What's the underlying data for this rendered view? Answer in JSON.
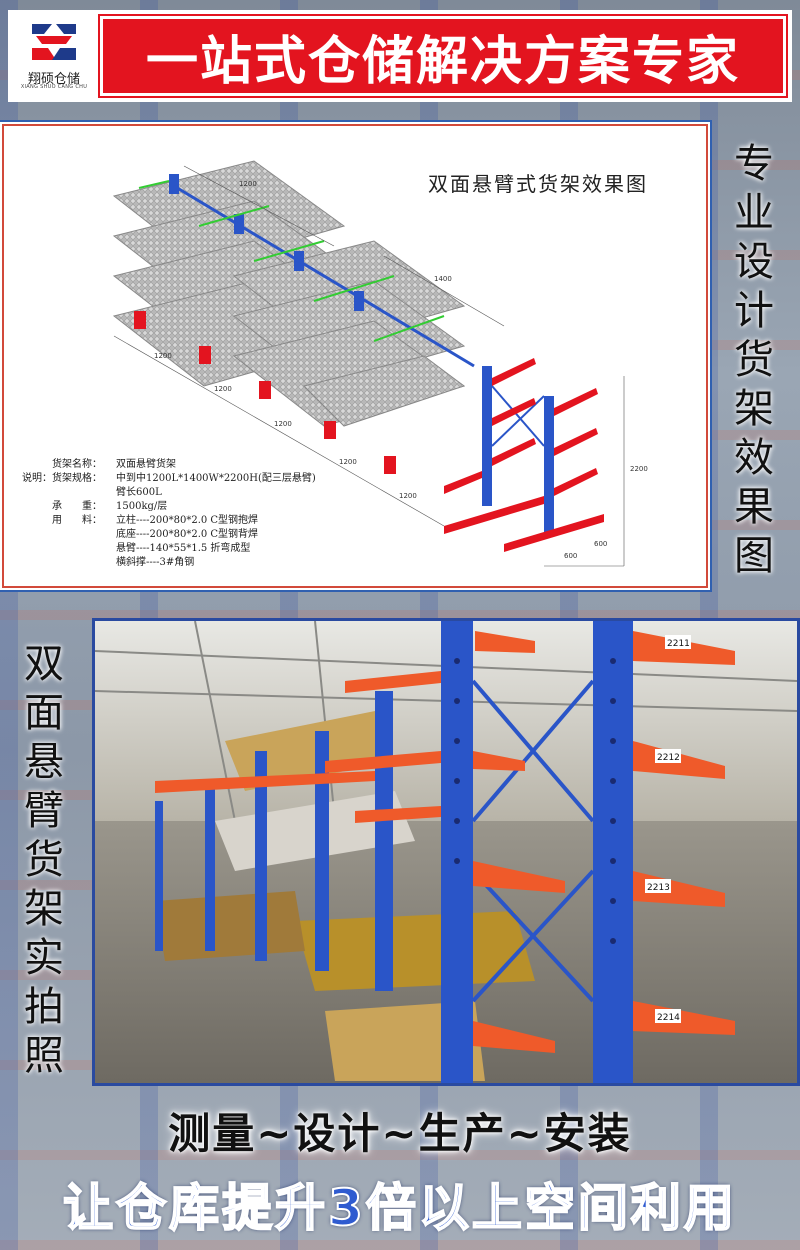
{
  "header": {
    "logo_text": "翔硕仓储",
    "logo_sub": "XIANG SHUO CANG CHU",
    "title": "一站式仓储解决方案专家"
  },
  "diagram": {
    "title": "双面悬臂式货架效果图",
    "specs": [
      {
        "label": "货架名称：",
        "value": "双面悬臂货架",
        "prefix": ""
      },
      {
        "label": "货架规格：",
        "value": "中到中1200L*1400W*2200H(配三层悬臂)",
        "prefix": "说明："
      },
      {
        "label": "",
        "value": "臂长600L",
        "prefix": ""
      },
      {
        "label": "承　　重：",
        "value": "1500kg/层",
        "prefix": ""
      },
      {
        "label": "用　　料：",
        "value": "立柱----200*80*2.0 C型钢抱焊",
        "prefix": ""
      },
      {
        "label": "",
        "value": "底座----200*80*2.0 C型钢背焊",
        "prefix": ""
      },
      {
        "label": "",
        "value": "悬臂----140*55*1.5 折弯成型",
        "prefix": ""
      },
      {
        "label": "",
        "value": "横斜撑----3#角钢",
        "prefix": ""
      }
    ],
    "dims": [
      "1200",
      "1200",
      "1200",
      "1200",
      "1200",
      "1200",
      "600",
      "600",
      "1400",
      "2200"
    ]
  },
  "right_label": "专业设计货架效果图",
  "left_label": "双面悬臂货架实拍照",
  "photo": {
    "tags": [
      "2211",
      "2212",
      "2213",
      "2214"
    ]
  },
  "slogan": {
    "line1": "测量~设计~生产~安装",
    "line2": "让仓库提升3倍以上空间利用"
  },
  "colors": {
    "brand_red": "#e3141f",
    "rack_blue": "#2a55c8",
    "arm_orange": "#ef5a2a",
    "slogan_blue": "#2f5bd0"
  }
}
